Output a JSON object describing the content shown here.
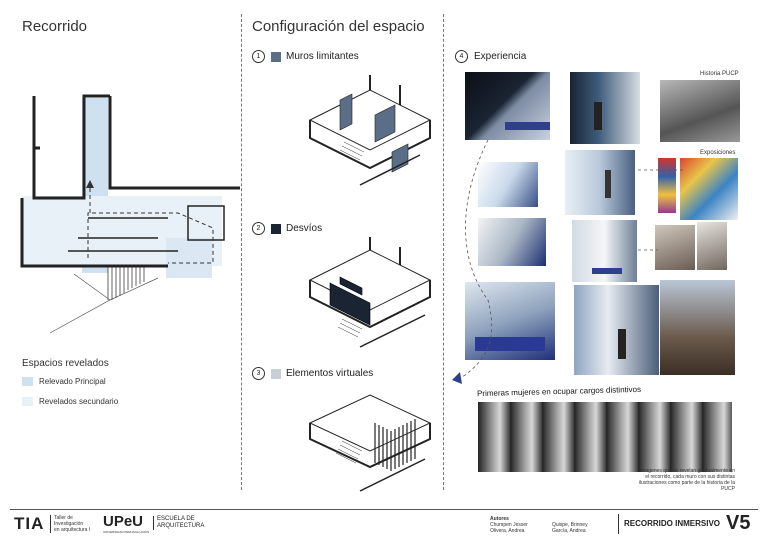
{
  "sections": {
    "recorrido_title": "Recorrido",
    "config_title": "Configuración del espacio",
    "experiencia_label": "Experiencia",
    "experiencia_num": "4"
  },
  "legend": {
    "title": "Espacios revelados",
    "items": [
      {
        "label": "Relevado Principal",
        "color": "#cfe1f1"
      },
      {
        "label": "Revelados secundario",
        "color": "#e8f0f8"
      }
    ]
  },
  "config_steps": [
    {
      "num": "1",
      "label": "Muros limitantes",
      "color": "#5a6e86"
    },
    {
      "num": "2",
      "label": "Desvíos",
      "color": "#1a2433"
    },
    {
      "num": "3",
      "label": "Elementos virtuales",
      "color": "#c8cfd6"
    }
  ],
  "photo_labels": {
    "historia": "Historia PUCP",
    "exposiciones": "Exposiciones",
    "mujeres": "Primeras mujeres en ocupar cargos distintivos"
  },
  "caption": "Imagenes que se revelan gradualmente en el recorrido, cada muro con sus distintas ilustraciones como parte de la historia de la PUCP",
  "footer": {
    "tia": "TIA",
    "tia_sub1": "Taller de",
    "tia_sub2": "Investigación",
    "tia_sub3": "en arquitectura I",
    "upeu": "UPeU",
    "upeu_sub": "UNIVERSIDAD PERUANA UNIÓN",
    "escuela1": "ESCUELA DE",
    "escuela2": "ARQUITECTURA",
    "autores_label": "Autores",
    "autor1": "Chumpen Jesser",
    "autor2": "Olivera, Andrea",
    "autor3": "Quispe, Brinney",
    "autor4": "García, Andrea",
    "project": "RECORRIDO INMERSIVO",
    "sheet": "V5"
  },
  "colors": {
    "accent_blue": "#2f3e8f",
    "dark_navy": "#1a2433",
    "slate": "#5a6e86",
    "light_gray": "#c8cfd6"
  }
}
